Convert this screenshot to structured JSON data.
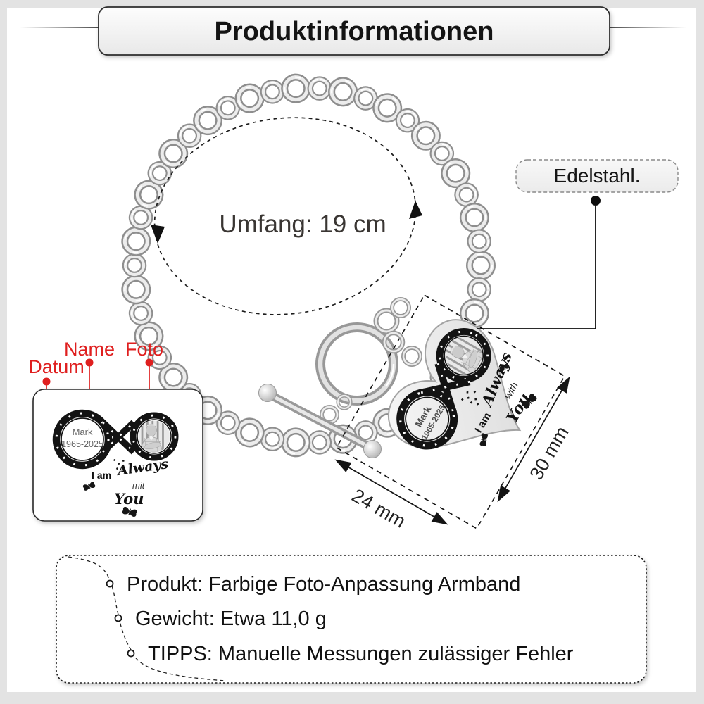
{
  "header": {
    "title": "Produktinformationen"
  },
  "bracelet": {
    "circumference": "Umfang: 19 cm"
  },
  "material": {
    "label": "Edelstahl."
  },
  "dimensions": {
    "width": "24 mm",
    "height": "30 mm"
  },
  "callouts": {
    "date": "Datum",
    "name": "Name",
    "photo": "Foto"
  },
  "engraving": {
    "name": "Mark",
    "years": "1965-2025",
    "line_i_am": "I am",
    "line_always": "Always",
    "line_with_card": "mit",
    "line_with_charm": "with",
    "line_you": "You"
  },
  "info_box": {
    "product": "Produkt: Farbige Foto-Anpassung Armband",
    "weight": "Gewicht: Etwa 11,0 g",
    "tips": "TIPPS: Manuelle Messungen zulässiger Fehler"
  },
  "colors": {
    "accent_red": "#df1f1f",
    "silver": "#c9c9c9",
    "ink": "#1b1b1b",
    "panel": "#ffffff",
    "frame": "#e3e3e3"
  }
}
